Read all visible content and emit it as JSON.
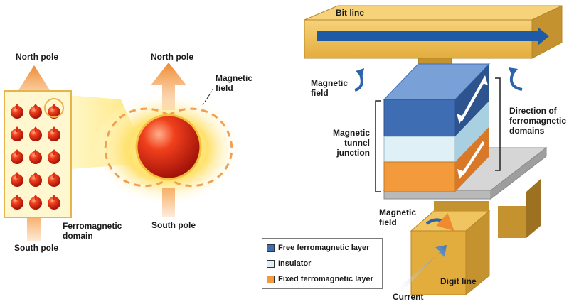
{
  "labels": {
    "north_pole_left": "North pole",
    "south_pole_left": "South pole",
    "ferromagnetic_domain": [
      "Ferromagnetic",
      "domain"
    ],
    "north_pole_center": "North pole",
    "south_pole_center": "South pole",
    "magnetic_field_top": [
      "Magnetic",
      "field"
    ],
    "bit_line": "Bit line",
    "magnetic_field_left": [
      "Magnetic",
      "field"
    ],
    "magnetic_tunnel_junction": [
      "Magnetic",
      "tunnel",
      "junction"
    ],
    "direction_domains": [
      "Direction of",
      "ferromagnetic",
      "domains"
    ],
    "magnetic_field_bottom": [
      "Magnetic",
      "field"
    ],
    "digit_line": "Digit line",
    "current": "Current"
  },
  "legend": [
    {
      "label": "Free ferromagnetic layer",
      "color": "#3f6db3"
    },
    {
      "label": "Insulator",
      "color": "#dff0f7"
    },
    {
      "label": "Fixed ferromagnetic layer",
      "color": "#f39a3d"
    }
  ],
  "colors": {
    "arrow_orange": "#f0a050",
    "sphere_red": "#e02a10",
    "bit_line_gold": "#e9b84a",
    "blue_arrow": "#1f5aa6"
  }
}
